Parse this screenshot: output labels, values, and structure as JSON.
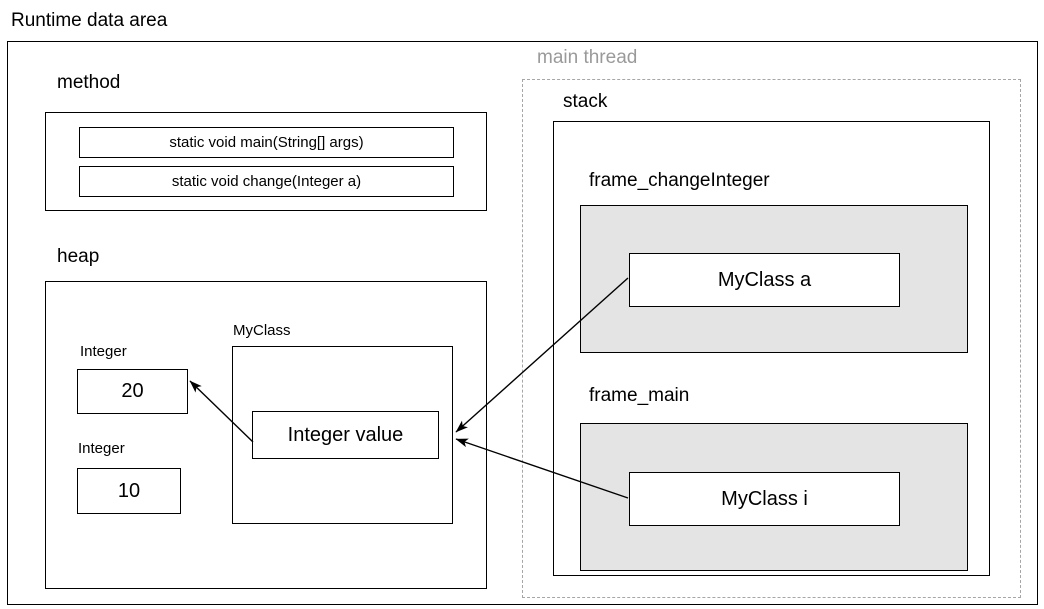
{
  "title": "Runtime data area",
  "method_area": {
    "label": "method",
    "methods": [
      {
        "signature": "static void main(String[] args)"
      },
      {
        "signature": "static void change(Integer a)"
      }
    ]
  },
  "heap_area": {
    "label": "heap",
    "integer_objects": [
      {
        "type_label": "Integer",
        "value": "20"
      },
      {
        "type_label": "Integer",
        "value": "10"
      }
    ],
    "myclass_object": {
      "label": "MyClass",
      "field": "Integer value"
    }
  },
  "thread_area": {
    "label": "main thread",
    "stack": {
      "label": "stack",
      "frames": [
        {
          "label": "frame_changeInteger",
          "variable": "MyClass a"
        },
        {
          "label": "frame_main",
          "variable": "MyClass i"
        }
      ]
    }
  },
  "arrows": [
    {
      "name": "value-to-integer20",
      "from": "Integer value",
      "to": "Integer 20"
    },
    {
      "name": "myclass-a-to-value",
      "from": "MyClass a",
      "to": "Integer value"
    },
    {
      "name": "myclass-i-to-value",
      "from": "MyClass i",
      "to": "Integer value"
    }
  ],
  "colors": {
    "frame_fill": "#e4e4e4",
    "thread_border": "#a6a6a6",
    "thread_text": "#9a9a9a",
    "line": "#000000",
    "background": "#ffffff"
  }
}
